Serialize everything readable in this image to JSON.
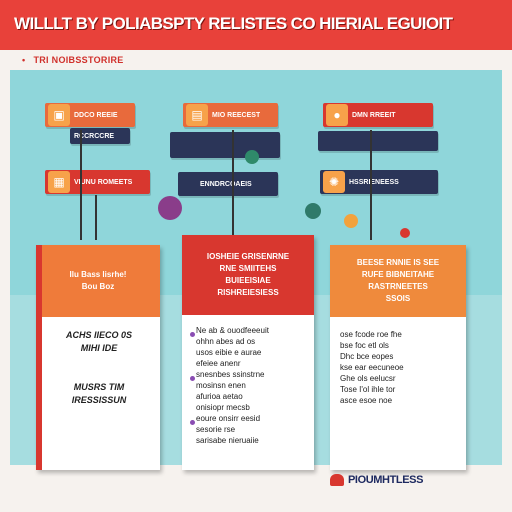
{
  "header": {
    "title": "WILLLT BY POLIABSPTY RELISTES CO HIERIAL EGUIOIT"
  },
  "subtitle": "TRI NOIBSSTORIRE",
  "tags": [
    {
      "label": "DDCO REEIE",
      "row": 1
    },
    {
      "label": "RCCRCCRE",
      "row": 1
    },
    {
      "label": "MIO REECEST",
      "row": 1
    },
    {
      "label": "DMN RREEIT",
      "row": 1
    },
    {
      "label": "VIUNU ROMEETS",
      "row": 2
    },
    {
      "label": "ENNDRCOAEIS",
      "row": 2
    },
    {
      "label": "HSSRIENEESS",
      "row": 2
    }
  ],
  "cards": [
    {
      "header": [
        "Ilu Bass lisrhe!",
        "Bou Boz"
      ],
      "body": [
        "ACHS IIECO 0S",
        "MIHI IDE",
        "",
        "",
        "MUSRS TIM",
        "IRESSISSUN"
      ]
    },
    {
      "header": [
        "IOSHEIE GRISENRNE",
        "RNE SMIITEHS",
        "BUIEEISIAE",
        "RISHREIESIESS"
      ],
      "body": [
        "Ne ab & ouodfeeeuit",
        "ohhn abes ad os",
        "usos eibie e aurae",
        "efeiee anenr",
        "snesnbes ssinstrne",
        "mosinsn enen",
        "afurioa aetao",
        "onisiopr mecsb",
        "eoure onsirr eesid",
        "sesorie rse",
        "sarisabe nieruaiie"
      ]
    },
    {
      "header": [
        "BEESE RNNIE IS SEE",
        "RUFE BIBNEITAHE",
        "RASTRNEETES",
        "SSOIS"
      ],
      "body": [
        "ose fcode roe fhe",
        "bse foc etl ols",
        "Dhc bce eopes",
        "kse ear eecuneoe",
        "Ghe ols eelucsr",
        "Tose I'ol ihle tor",
        "asce esoe noe"
      ]
    }
  ],
  "footer": "PIOUMHTLESS"
}
